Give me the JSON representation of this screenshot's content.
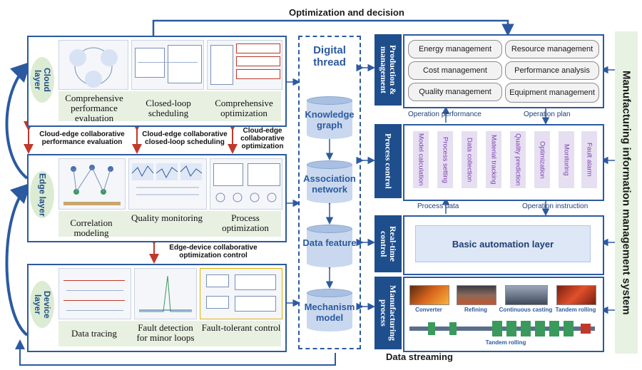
{
  "top_flow_label": "Optimization and decision",
  "bottom_flow_label": "Data streaming",
  "cloud": {
    "layer_label": "Cloud layer",
    "captions": [
      "Comprehensive performance evaluation",
      "Closed-loop scheduling",
      "Comprehensive optimization"
    ]
  },
  "edge": {
    "layer_label": "Edge layer",
    "captions": [
      "Correlation modeling",
      "Quality monitoring",
      "Process optimization"
    ]
  },
  "device": {
    "layer_label": "Device layer",
    "captions": [
      "Data tracing",
      "Fault detection for minor loops",
      "Fault-tolerant control"
    ]
  },
  "collab": {
    "perf": "Cloud-edge collaborative performance evaluation",
    "sched": "Cloud-edge collaborative closed-loop scheduling",
    "opt": "Cloud-edge collaborative optimization",
    "edge_device": "Edge-device collaborative optimization control"
  },
  "thread": {
    "title": "Digital thread",
    "items": [
      "Knowledge graph",
      "Association network",
      "Data feature",
      "Mechanism model"
    ]
  },
  "production": {
    "label": "Production & management",
    "pills": [
      "Energy management",
      "Resource management",
      "Cost management",
      "Performance analysis",
      "Quality management",
      "Equipment management"
    ]
  },
  "flows": {
    "op_perf": "Operation performance",
    "op_plan": "Operation plan",
    "proc_data": "Process data",
    "op_instr": "Operation instruction"
  },
  "process_control": {
    "label": "Process control",
    "items": [
      "Model calculation",
      "Process setting",
      "Data collection",
      "Material tracking",
      "Quality prediction",
      "Optimization",
      "Monitoring",
      "Fault alarm"
    ]
  },
  "realtime": {
    "label": "Real-time control",
    "box": "Basic automation layer"
  },
  "manufacturing": {
    "label": "Manufacturing process",
    "steps": [
      "Converter",
      "Refining",
      "Continuous casting",
      "Tandem rolling"
    ],
    "line_label": "Tandem rolling"
  },
  "mis": "Manufacturing information management system",
  "colors": {
    "primary": "#1f4e8c",
    "collab_arrow": "#c0392b",
    "pill_bg": "#f2f2f2",
    "purple": "#7a3fb0"
  }
}
